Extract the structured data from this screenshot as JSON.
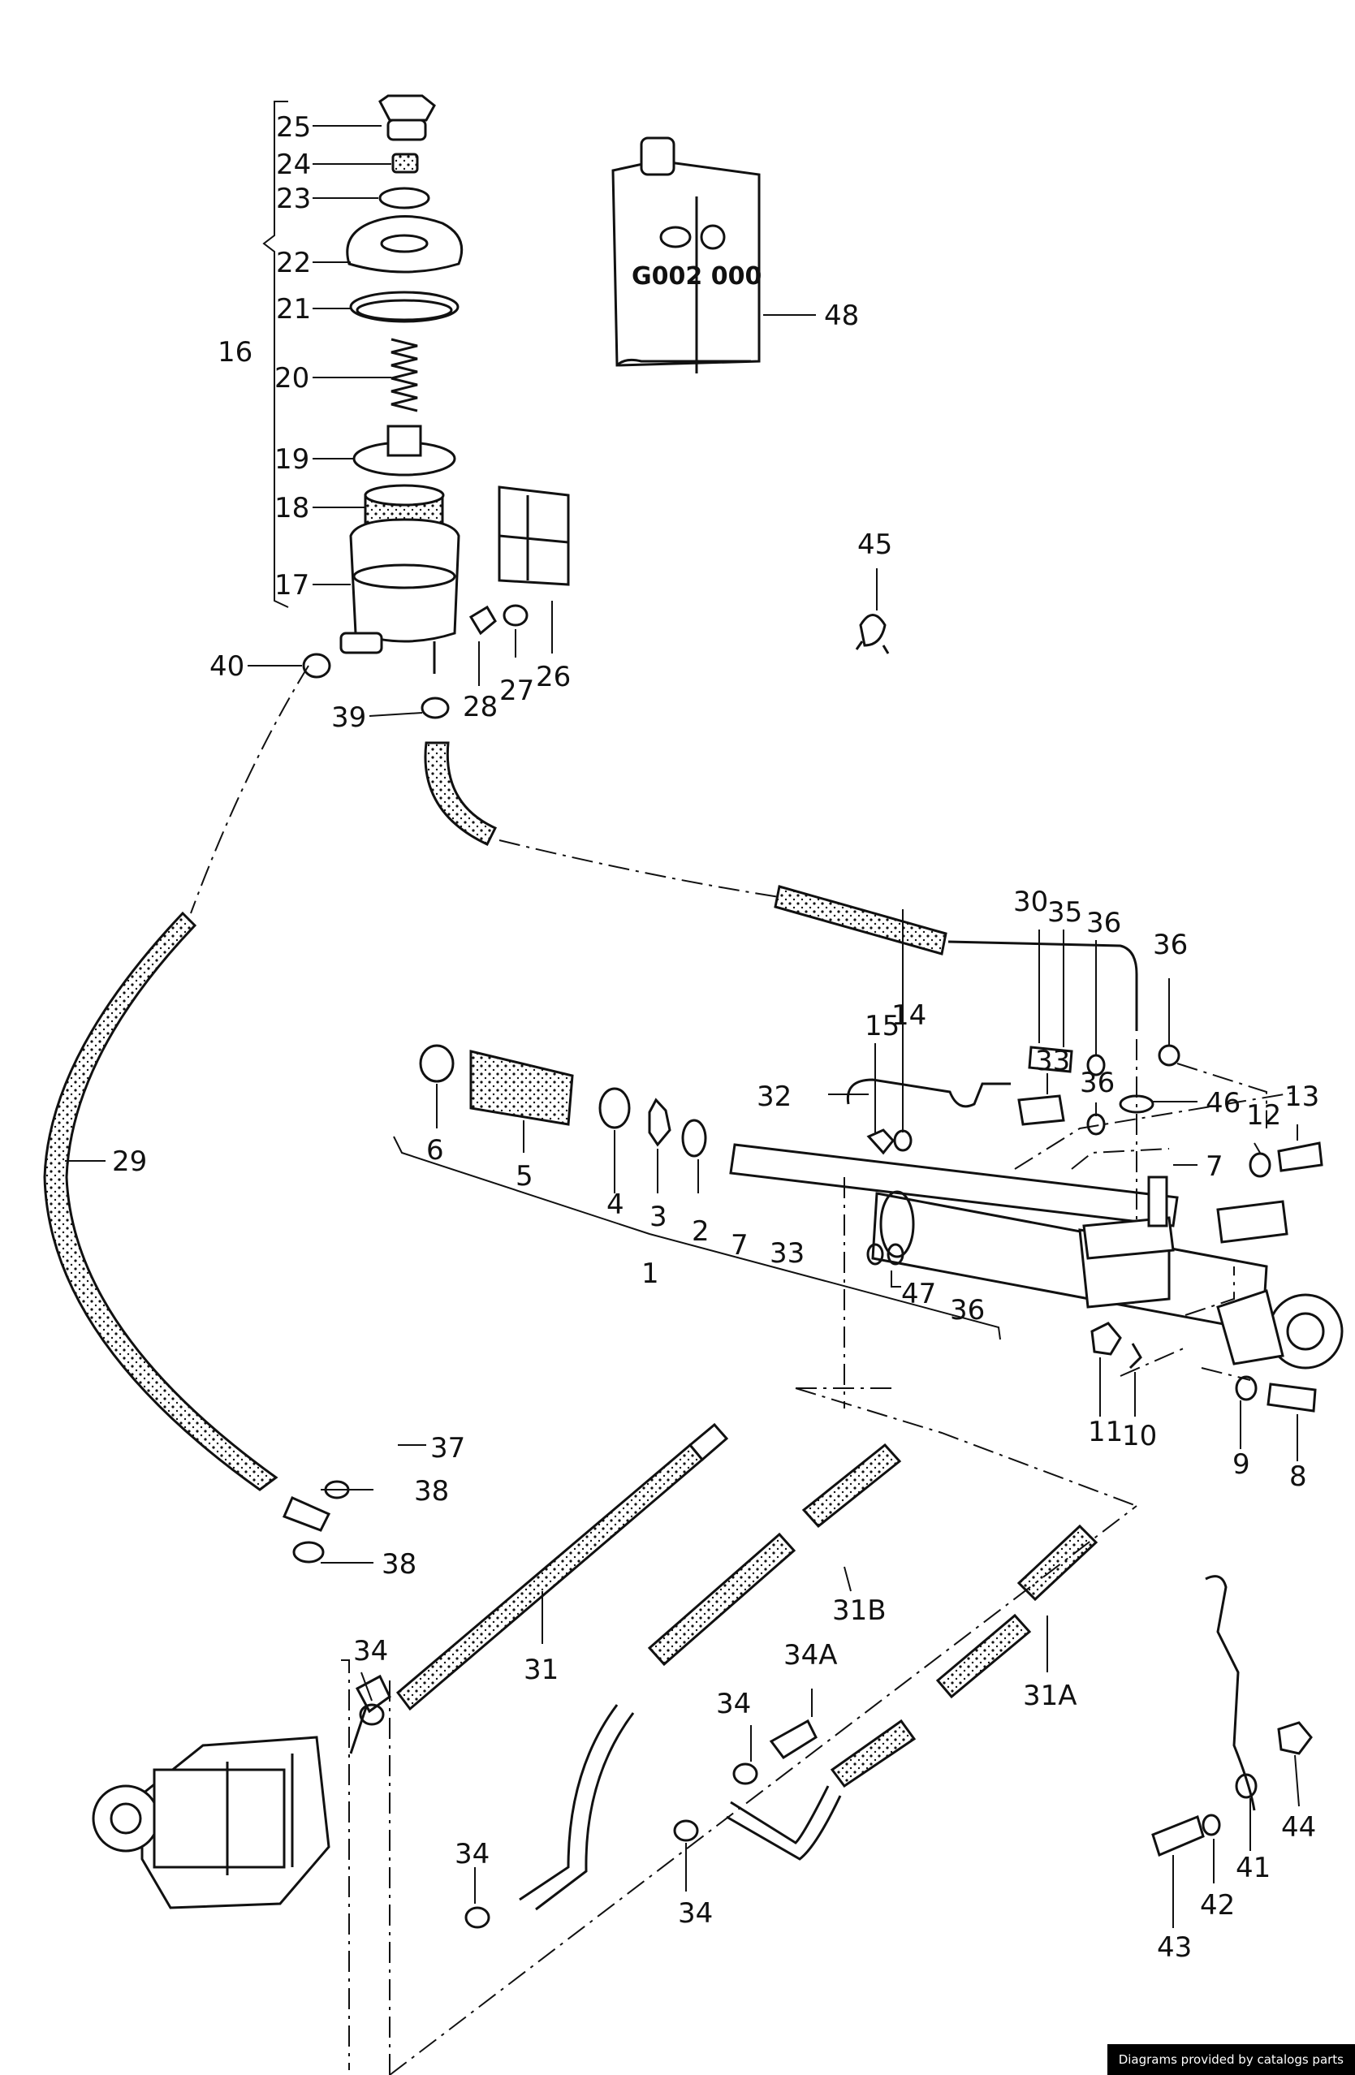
{
  "can": {
    "part_number": "G002 000"
  },
  "labels": {
    "l1": "1",
    "l2": "2",
    "l3": "3",
    "l4": "4",
    "l5": "5",
    "l6": "6",
    "l7a": "7",
    "l7b": "7",
    "l8": "8",
    "l9": "9",
    "l10": "10",
    "l11": "11",
    "l12": "12",
    "l13": "13",
    "l14": "14",
    "l15": "15",
    "l16": "16",
    "l17": "17",
    "l18": "18",
    "l19": "19",
    "l20": "20",
    "l21": "21",
    "l22": "22",
    "l23": "23",
    "l24": "24",
    "l25": "25",
    "l26": "26",
    "l27": "27",
    "l28": "28",
    "l29": "29",
    "l30": "30",
    "l31": "31",
    "l31a": "31A",
    "l31b": "31B",
    "l32": "32",
    "l33a": "33",
    "l33b": "33",
    "l34a": "34",
    "l34b": "34",
    "l34c": "34",
    "l34d": "34",
    "l34e": "34A",
    "l35": "35",
    "l36a": "36",
    "l36b": "36",
    "l36c": "36",
    "l36d": "36",
    "l37": "37",
    "l38a": "38",
    "l38b": "38",
    "l39": "39",
    "l40": "40",
    "l41": "41",
    "l42": "42",
    "l43": "43",
    "l44": "44",
    "l45": "45",
    "l46": "46",
    "l47": "47",
    "l48": "48"
  },
  "credit": "Diagrams provided by catalogs parts"
}
